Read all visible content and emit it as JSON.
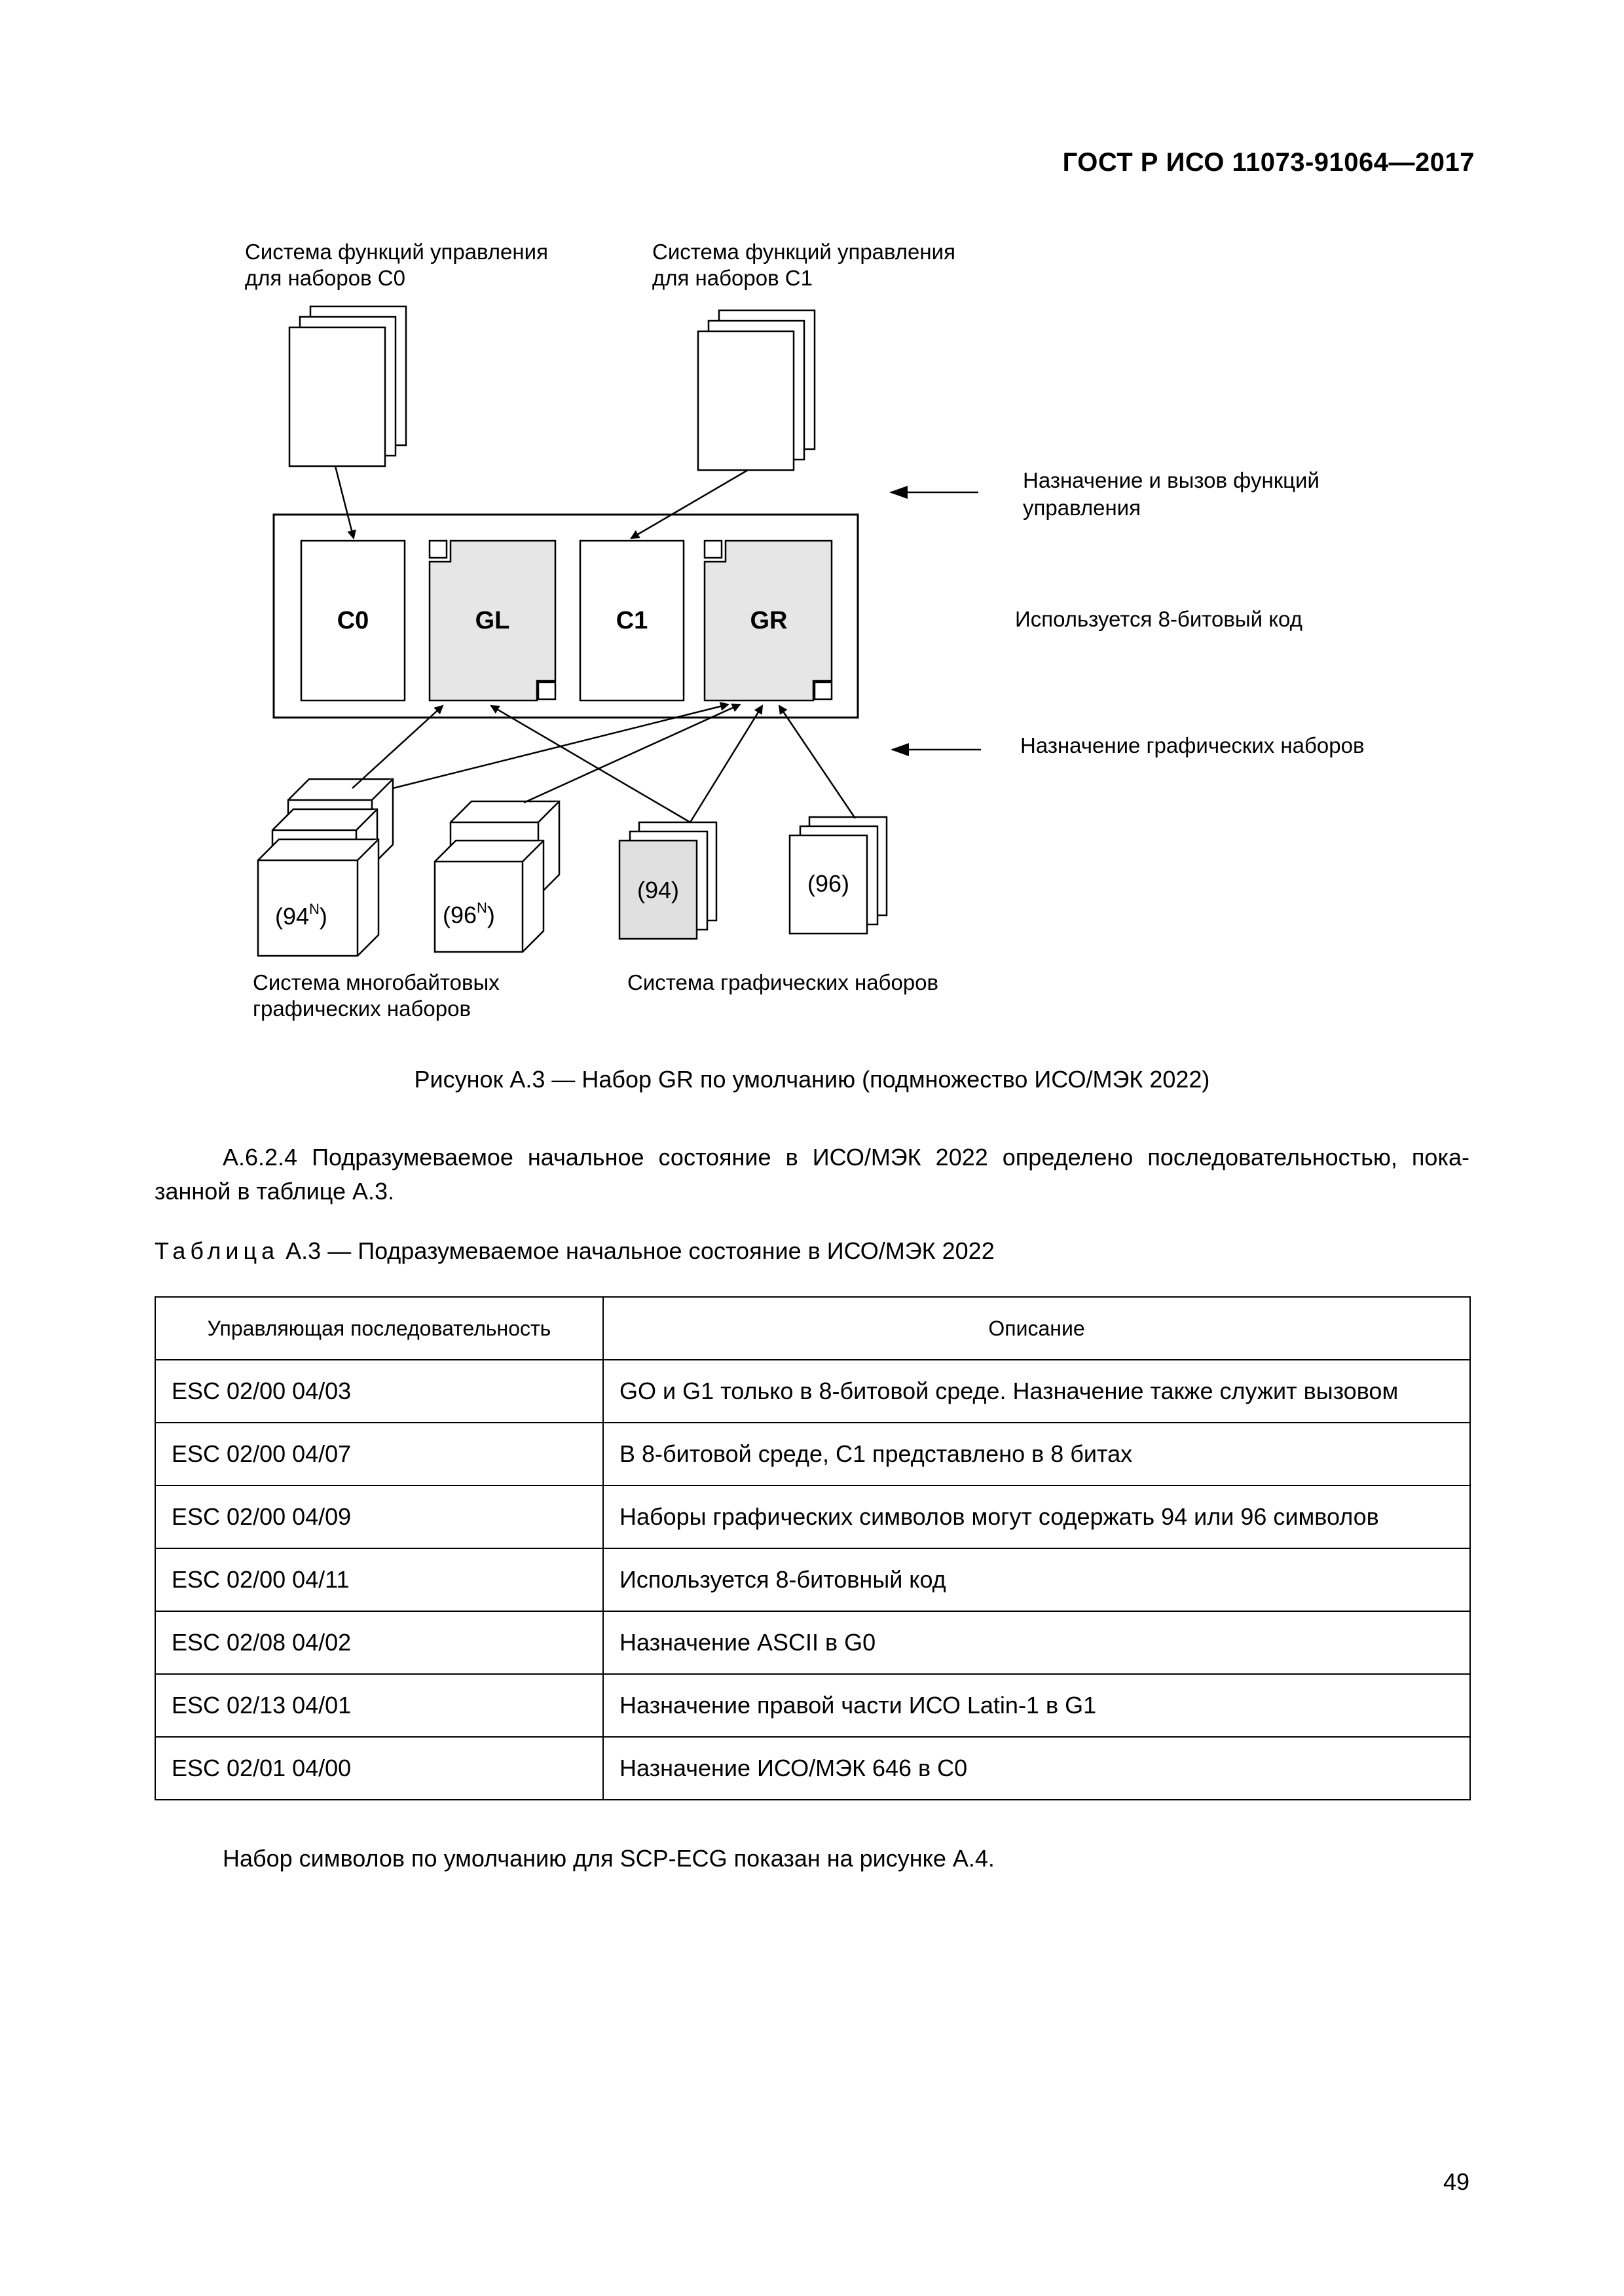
{
  "header": {
    "doc_code": "ГОСТ Р ИСО 11073-91064—2017"
  },
  "figure": {
    "label_c0_system_1": "Система функций управления",
    "label_c0_system_2": "для наборов С0",
    "label_c1_system_1": "Система функций управления",
    "label_c1_system_2": "для наборов С1",
    "label_assign_call_1": "Назначение и вызов функций",
    "label_assign_call_2": "управления",
    "label_8bit": "Используется 8-битовый код",
    "label_assign_graphic": "Назначение графических наборов",
    "box_c0": "C0",
    "box_gl": "GL",
    "box_c1": "C1",
    "box_gr": "GR",
    "set_94n_base": "(94",
    "set_96n_base": "(96",
    "set_sup": "N",
    "set_close": ")",
    "set_94": "(94)",
    "set_96": "(96)",
    "label_multibyte_1": "Система многобайтовых",
    "label_multibyte_2": "графических наборов",
    "label_graphic_system": "Система графических наборов"
  },
  "caption": "Рисунок А.3 — Набор GR по умолчанию (подмножество ИСО/МЭК 2022)",
  "paragraph": "А.6.2.4 Подразумеваемое начальное состояние в ИСО/МЭК 2022 определено последовательностью, пока-занной в таблице А.3.",
  "table_title": {
    "prefix": "Таблица",
    "rest": " А.3 — Подразумеваемое начальное состояние в ИСО/МЭК 2022"
  },
  "table": {
    "headers": [
      "Управляющая последовательность",
      "Описание"
    ],
    "rows": [
      [
        "ESC 02/00 04/03",
        "GO и G1 только в 8-битовой среде. Назначение также служит вызовом"
      ],
      [
        "ESC 02/00 04/07",
        "В 8-битовой среде, C1 представлено в 8 битах"
      ],
      [
        "ESC 02/00 04/09",
        "Наборы графических символов могут содержать 94 или 96 символов"
      ],
      [
        "ESC 02/00 04/11",
        "Используется 8-битовный код"
      ],
      [
        "ESC 02/08 04/02",
        "Назначение ASCII в G0"
      ],
      [
        "ESC 02/13 04/01",
        "Назначение правой части ИСО Latin-1 в G1"
      ],
      [
        "ESC 02/01 04/00",
        "Назначение ИСО/МЭК 646 в C0"
      ]
    ]
  },
  "closing_paragraph": "Набор символов по умолчанию для SCP-ECG показан на рисунке А.4.",
  "page_number": "49"
}
